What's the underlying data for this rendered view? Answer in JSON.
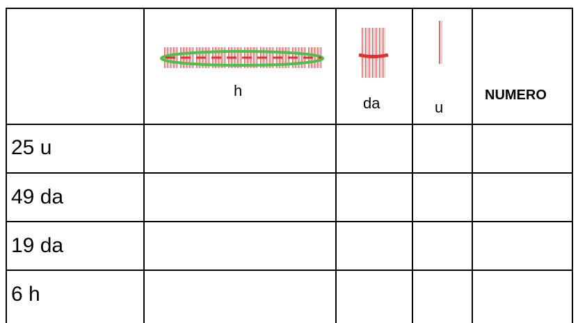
{
  "header": {
    "col_h": "h",
    "col_da": "da",
    "col_u": "u",
    "col_numero": "NUMERO"
  },
  "rows": [
    {
      "label": "25 u"
    },
    {
      "label": "49 da"
    },
    {
      "label": "19 da"
    },
    {
      "label": "6 h"
    }
  ],
  "icons": {
    "hundred": "hundred-bundle-icon",
    "ten": "ten-bundle-icon",
    "unit": "single-stick-icon"
  },
  "colors": {
    "stick": "#d86a6a",
    "stick_light": "#f0c8c8",
    "band_red": "#e03030",
    "band_green": "#4cc04c"
  }
}
